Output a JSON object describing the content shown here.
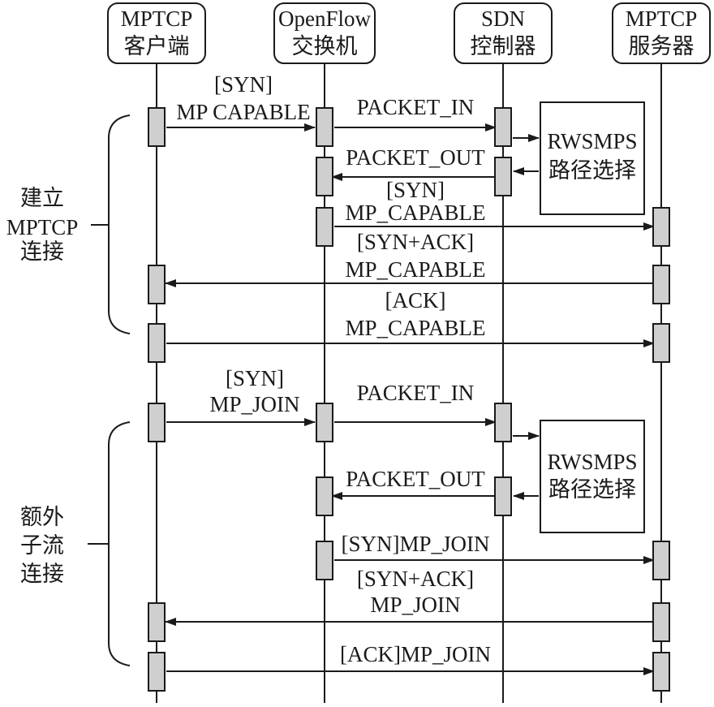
{
  "participants": [
    {
      "name": "client",
      "lines": [
        "MPTCP",
        "客户端"
      ]
    },
    {
      "name": "switch",
      "lines": [
        "OpenFlow",
        "交换机"
      ]
    },
    {
      "name": "controller",
      "lines": [
        "SDN",
        "控制器"
      ]
    },
    {
      "name": "server",
      "lines": [
        "MPTCP",
        "服务器"
      ]
    }
  ],
  "process_boxes": [
    {
      "name": "path-selection-box-1",
      "lines": [
        "RWSMPS",
        "路径选择"
      ]
    },
    {
      "name": "path-selection-box-2",
      "lines": [
        "RWSMPS",
        "路径选择"
      ]
    }
  ],
  "phases": [
    {
      "name": "phase-establish",
      "lines": [
        "建立",
        "MPTCP",
        "连接"
      ]
    },
    {
      "name": "phase-subflow",
      "lines": [
        "额外",
        "子流",
        "连接"
      ]
    }
  ],
  "messages": [
    {
      "name": "msg-syn-mp-capable-1",
      "from": "client",
      "to": "switch",
      "lines": [
        "[SYN]",
        "MP CAPABLE"
      ]
    },
    {
      "name": "msg-packet-in-1",
      "from": "switch",
      "to": "controller",
      "lines": [
        "PACKET_IN"
      ]
    },
    {
      "name": "msg-packet-out-1",
      "from": "controller",
      "to": "switch",
      "lines": [
        "PACKET_OUT"
      ]
    },
    {
      "name": "msg-syn-mp-capable-2",
      "from": "switch",
      "to": "server",
      "lines": [
        "[SYN]",
        "MP_CAPABLE"
      ]
    },
    {
      "name": "msg-synack-mp-capable",
      "from": "server",
      "to": "client",
      "lines": [
        "[SYN+ACK]",
        "MP_CAPABLE"
      ]
    },
    {
      "name": "msg-ack-mp-capable",
      "from": "client",
      "to": "server",
      "lines": [
        "[ACK]",
        "MP_CAPABLE"
      ]
    },
    {
      "name": "msg-syn-mp-join-1",
      "from": "client",
      "to": "switch",
      "lines": [
        "[SYN]",
        "MP_JOIN"
      ]
    },
    {
      "name": "msg-packet-in-2",
      "from": "switch",
      "to": "controller",
      "lines": [
        "PACKET_IN"
      ]
    },
    {
      "name": "msg-packet-out-2",
      "from": "controller",
      "to": "switch",
      "lines": [
        "PACKET_OUT"
      ]
    },
    {
      "name": "msg-syn-mp-join-2",
      "from": "switch",
      "to": "server",
      "lines": [
        "[SYN]MP_JOIN"
      ]
    },
    {
      "name": "msg-synack-mp-join",
      "from": "server",
      "to": "client",
      "lines": [
        "[SYN+ACK]",
        "MP_JOIN"
      ]
    },
    {
      "name": "msg-ack-mp-join",
      "from": "client",
      "to": "server",
      "lines": [
        "[ACK]MP_JOIN"
      ]
    }
  ]
}
